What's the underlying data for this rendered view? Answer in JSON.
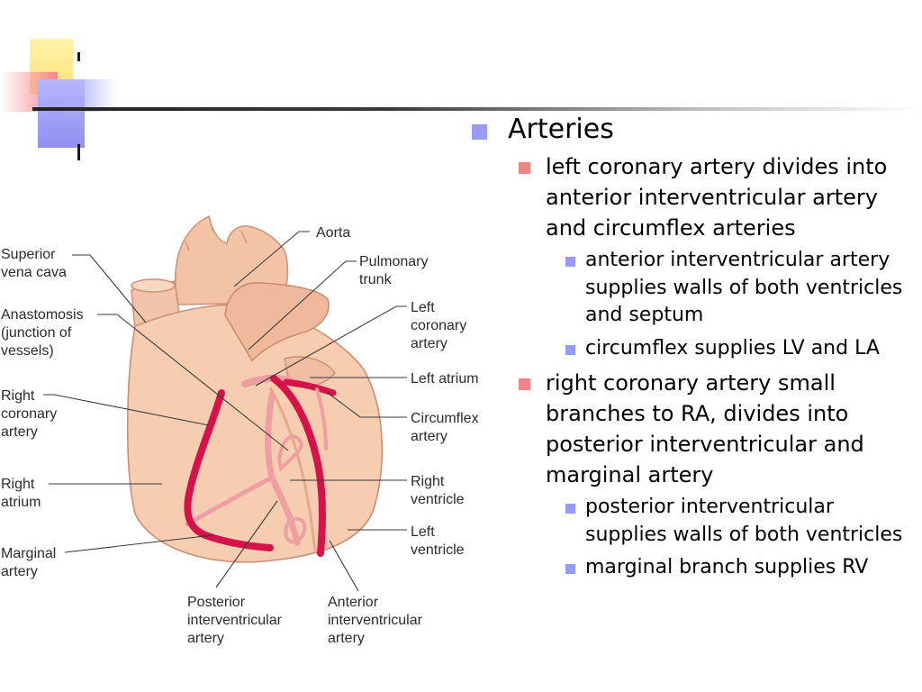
{
  "colors": {
    "bullet_level1": "#9999f7",
    "bullet_level2": "#f08484",
    "bullet_level3": "#9999f7",
    "heart_tissue": "#f5cdb1",
    "artery_red": "#d6124a",
    "artery_pink": "#ef9ea2"
  },
  "diagram": {
    "labels": {
      "superior_vena_cava": [
        "Superior",
        "vena cava"
      ],
      "anastomosis": [
        "Anastomosis",
        "(junction of",
        "vessels)"
      ],
      "right_coronary_artery": [
        "Right",
        "coronary",
        "artery"
      ],
      "right_atrium": [
        "Right",
        "atrium"
      ],
      "marginal_artery": [
        "Marginal",
        "artery"
      ],
      "posterior_interventricular_artery": [
        "Posterior",
        "interventricular",
        "artery"
      ],
      "anterior_interventricular_artery": [
        "Anterior",
        "interventricular",
        "artery"
      ],
      "aorta": [
        "Aorta"
      ],
      "pulmonary_trunk": [
        "Pulmonary",
        "trunk"
      ],
      "left_coronary_artery": [
        "Left",
        "coronary",
        "artery"
      ],
      "left_atrium": [
        "Left atrium"
      ],
      "circumflex_artery": [
        "Circumflex",
        "artery"
      ],
      "right_ventricle": [
        "Right",
        "ventricle"
      ],
      "left_ventricle": [
        "Left",
        "ventricle"
      ]
    }
  },
  "bullets": [
    {
      "level": 1,
      "text": "Arteries"
    },
    {
      "level": 2,
      "text": "left coronary artery divides into anterior interventricular artery and circumflex arteries"
    },
    {
      "level": 3,
      "text": "anterior interventricular artery supplies walls of both ventricles and septum"
    },
    {
      "level": 3,
      "text": "circumflex supplies LV and LA"
    },
    {
      "level": 2,
      "text": "right coronary artery small branches to RA, divides into posterior interventricular and marginal artery"
    },
    {
      "level": 3,
      "text": "posterior interventricular supplies walls of both ventricles"
    },
    {
      "level": 3,
      "text": "marginal branch supplies RV"
    }
  ]
}
